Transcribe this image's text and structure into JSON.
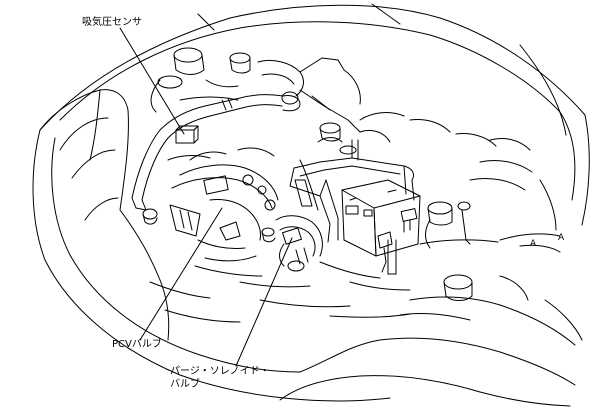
{
  "labels": {
    "intake_pressure_sensor": "吸気圧センサ",
    "pcv_valve": "PCVバルブ",
    "purge_solenoid_valve_line1": "パージ・ソレノイド・",
    "purge_solenoid_valve_line2": "バルブ",
    "marker_a_left": "A",
    "marker_a_right": "A"
  },
  "colors": {
    "line": "#000000",
    "background": "#ffffff"
  }
}
